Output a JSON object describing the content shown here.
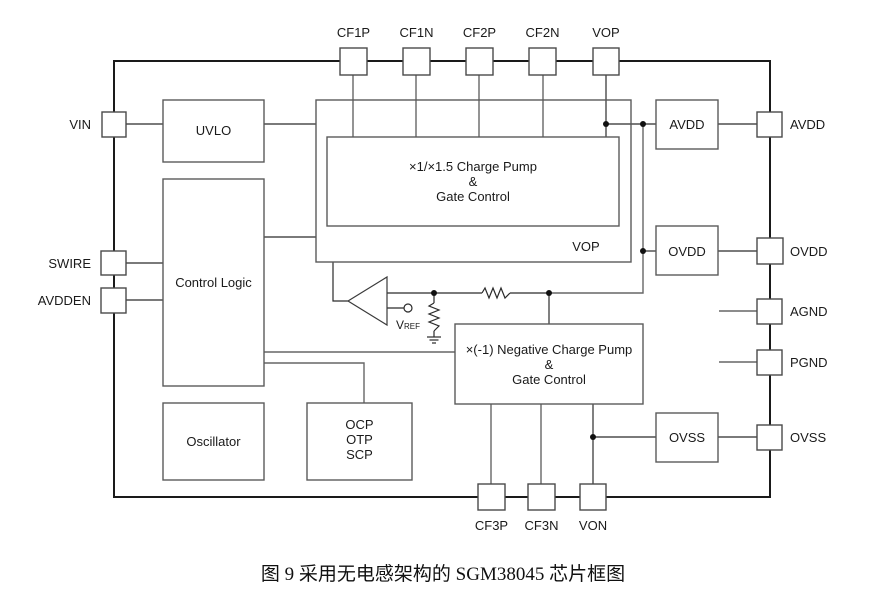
{
  "diagram": {
    "type": "block-diagram",
    "caption": "图 9  采用无电感架构的 SGM38045 芯片框图",
    "pins": {
      "top": [
        "CF1P",
        "CF1N",
        "CF2P",
        "CF2N",
        "VOP"
      ],
      "left": [
        "VIN",
        "SWIRE",
        "AVDDEN"
      ],
      "right": [
        "AVDD",
        "OVDD",
        "AGND",
        "PGND",
        "OVSS"
      ],
      "bottom": [
        "CF3P",
        "CF3N",
        "VON"
      ]
    },
    "blocks": {
      "uvlo": "UVLO",
      "control_logic": "Control Logic",
      "oscillator": "Oscillator",
      "protection": [
        "OCP",
        "OTP",
        "SCP"
      ],
      "pos_cp": [
        "×1/×1.5 Charge Pump",
        "&",
        "Gate Control"
      ],
      "vop_label": "VOP",
      "neg_cp": [
        "×(-1) Negative Charge Pump",
        "&",
        "Gate Control"
      ],
      "avdd": "AVDD",
      "ovdd": "OVDD",
      "ovss": "OVSS"
    },
    "vref": {
      "main": "V",
      "sub": "REF"
    }
  }
}
